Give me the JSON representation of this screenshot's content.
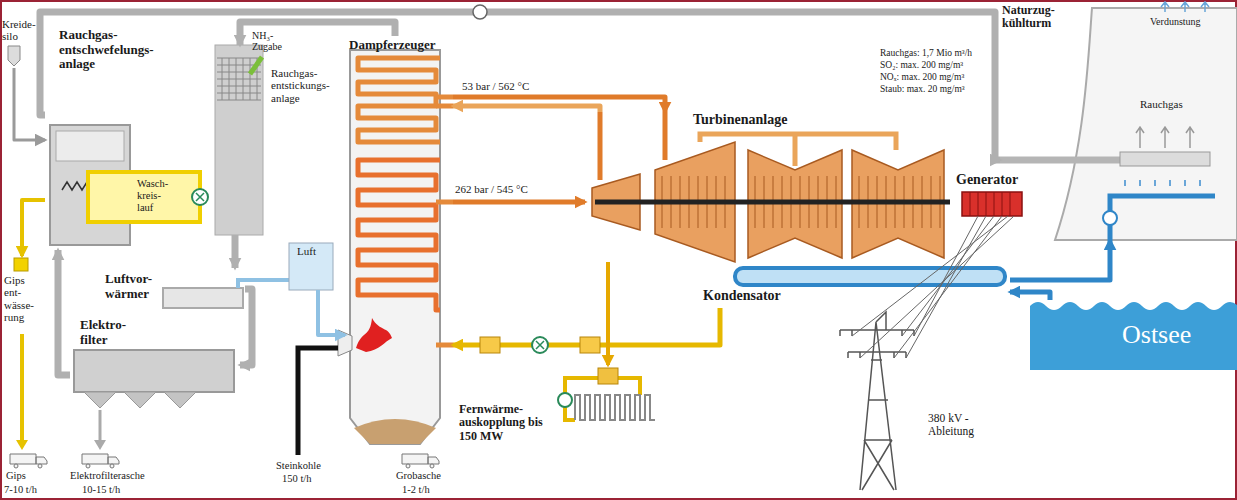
{
  "diagram": {
    "nodes": [
      {
        "text": [
          "Kreide- silo"
        ]
      },
      {
        "text": [
          "Rauchgas- entschwefelungs- anlage"
        ]
      },
      {
        "text": [
          "Wasch- kreis- lauf"
        ],
        "in": 1
      },
      {
        "text": [
          "Gips ent- wässe- rung"
        ]
      },
      {
        "text": [
          "Luftvor- wärmer"
        ]
      },
      {
        "text": [
          "Elektro- filter"
        ]
      },
      {
        "text": [
          "Rauchgas- entstickungs- anlage"
        ]
      },
      {
        "text": [
          "Luft"
        ]
      },
      {
        "text": [
          "Dampferzeuger"
        ]
      },
      {
        "text": [
          "Turbinenanlage"
        ]
      },
      {
        "text": [
          "Generator"
        ]
      },
      {
        "text": [
          "Kondensator"
        ]
      },
      {
        "text": [
          "Naturzug- kühlturm",
          "Verdunstung",
          "Rauchgas"
        ]
      },
      {
        "text": [
          "Ostsee"
        ]
      },
      {
        "text": [
          "Fernwärme- auskopplung bis 150 MW"
        ]
      }
    ],
    "edges": [
      {
        "from": 0,
        "to": 1,
        "arrow": "to"
      },
      {
        "from": 1,
        "to": 12,
        "arrow": "to"
      },
      {
        "from": 5,
        "to": 1,
        "arrow": "to"
      },
      {
        "from": 4,
        "to": 5,
        "arrow": "to"
      },
      {
        "from": 6,
        "to": 4,
        "arrow": "to"
      },
      {
        "from": 8,
        "to": 6,
        "arrow": "to"
      },
      {
        "from": 7,
        "to": 8,
        "arrow": "to"
      },
      {
        "from": 1,
        "to": 3,
        "arrow": "to"
      },
      {
        "from": 8,
        "to": 9,
        "arrow": "to"
      },
      {
        "from": 8,
        "to": 9,
        "arrow": "to"
      },
      {
        "from": 9,
        "to": 8,
        "arrow": "to"
      },
      {
        "from": 11,
        "to": 8,
        "arrow": "to"
      },
      {
        "from": 9,
        "to": 14,
        "arrow": "to"
      },
      {
        "from": 11,
        "to": 12,
        "arrow": "to"
      },
      {
        "from": 13,
        "to": 11,
        "arrow": "to"
      },
      {
        "from": 9,
        "to": 10,
        "arrow": "none"
      }
    ],
    "labels": [
      "NH₃- Zugabe",
      "53 bar / 562 °C",
      "262 bar / 545 °C",
      "Rauchgas: 1,7 Mio m³/h",
      "SO₂: max. 200 mg/m³",
      "NOₓ: max. 200 mg/m³",
      "Staub: max. 20 mg/m³",
      "380 kV - Ableitung",
      "Gips",
      "7-10 t/h",
      "Elektrofilterasche",
      "10-15 t/h",
      "Steinkohle",
      "150 t/h",
      "Grobasche",
      "1-2 t/h"
    ]
  }
}
